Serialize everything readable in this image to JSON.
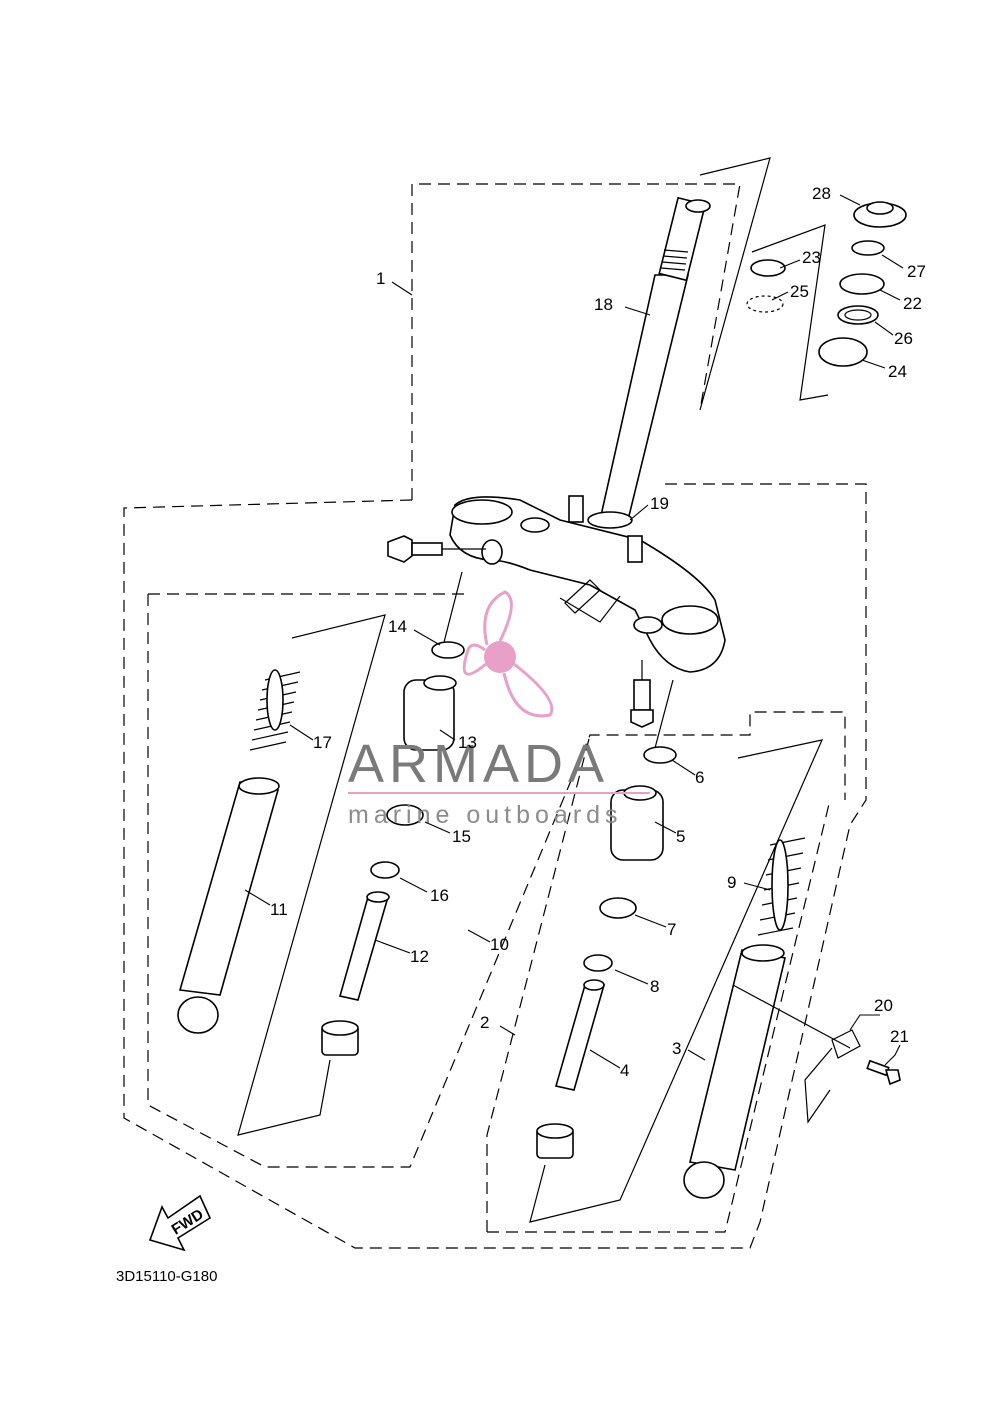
{
  "diagram": {
    "code": "3D15110-G180",
    "fwd_label": "FWD",
    "callouts": [
      "1",
      "2",
      "3",
      "4",
      "5",
      "6",
      "7",
      "8",
      "9",
      "10",
      "11",
      "12",
      "13",
      "14",
      "15",
      "16",
      "17",
      "18",
      "19",
      "20",
      "21",
      "22",
      "23",
      "24",
      "25",
      "26",
      "27",
      "28"
    ]
  },
  "watermark": {
    "brand": "ARMADA",
    "tagline": "marine outboards",
    "color": "#e8a0c8"
  }
}
